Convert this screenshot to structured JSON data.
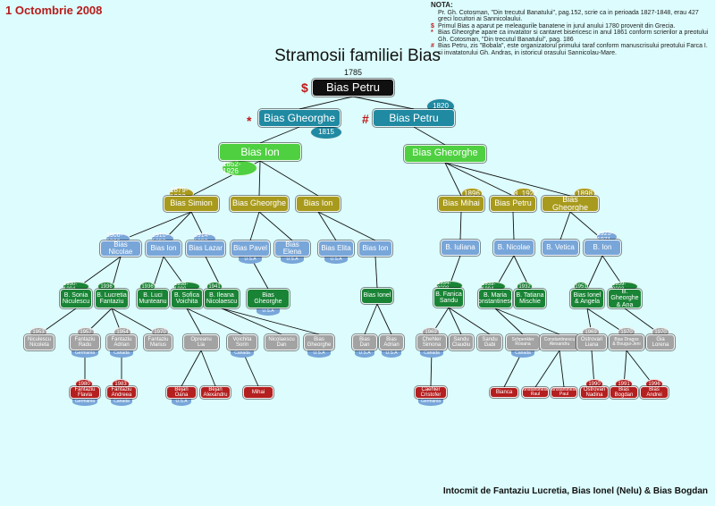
{
  "header": {
    "date": "1 Octombrie 2008",
    "title": "Stramosii familiei Bias",
    "year": "1785"
  },
  "nota": {
    "heading": "NOTA:",
    "items": [
      {
        "symbol": "",
        "text": "Pr. Gh. Cotosman, \"Din trecutul Banatului\", pag.152, scrie ca in perioada 1827-1848, erau 427 greci locuitori ai Sannicolaului."
      },
      {
        "symbol": "$",
        "text": "Primul Bias a aparut pe meleagurile banatene in jurul anului 1780 provenit din Grecia."
      },
      {
        "symbol": "*",
        "text": "Bias Gheorghe apare ca invatator si cantaret bisericesc in anul 1861 conform scrierilor a preotului Gh. Cotosman, \"Din trecutul Banatului\", pag. 186"
      },
      {
        "symbol": "#",
        "text": "Bias Petru, zis \"Bobala\", este organizatorul primului taraf conform manuscrisului preotului Farca I. si invatatorului Gh. Andras, in istoricul orasului Sannicolau-Mare."
      }
    ]
  },
  "footer": "Intocmit de Fantaziu Lucretia, Bias Ionel (Nelu) & Bias Bogdan",
  "markers": {
    "dollar": "$",
    "star": "*",
    "hash": "#"
  },
  "colors": {
    "black": "#101010",
    "teal": "#1f8aa2",
    "green": "#4fd041",
    "olive": "#a89a1c",
    "light_blue": "#78a6d9",
    "dark_green": "#1a8436",
    "grey": "#a3a3a3",
    "red": "#b41f1f",
    "background": "#dcfcfd"
  },
  "tree": {
    "root": {
      "label": "Bias Petru"
    },
    "g1": [
      {
        "label": "Bias Gheorghe",
        "badge": "1815"
      },
      {
        "label": "Bias Petru",
        "badge": "1820"
      }
    ],
    "g2": [
      {
        "label": "Bias Ion",
        "badge": "1852-1926"
      },
      {
        "label": "Bias Gheorghe"
      }
    ],
    "g3": [
      {
        "label": "Bias Simion",
        "badge": "1879-1922"
      },
      {
        "label": "Bias Gheorghe"
      },
      {
        "label": "Bias Ion"
      },
      {
        "label": "Bias Mihai",
        "badge": "1896"
      },
      {
        "label": "Bias Petru",
        "badge": "18..1927"
      },
      {
        "label": "Bias Gheorghe",
        "badge": "1898"
      }
    ],
    "g4": [
      {
        "label": "Bias Nicolae",
        "badge": "1906-1966"
      },
      {
        "label": "Bias Ion",
        "badge": "1910-1950"
      },
      {
        "label": "Bias Lazar",
        "badge": "1914-1992"
      },
      {
        "label": "Bias Pavel",
        "sub": "U.S.A"
      },
      {
        "label": "Bias Elena",
        "sub": "U.S.A"
      },
      {
        "label": "Bias Elita",
        "sub": "U.S.A"
      },
      {
        "label": "Bias Ion"
      },
      {
        "label": "B. Iuliana"
      },
      {
        "label": "B. Nicolae"
      },
      {
        "label": "B. Vetica"
      },
      {
        "label": "B. Ion",
        "badge": "1925-1971"
      }
    ],
    "g5": [
      {
        "label": "B. Sonia\nNiculescu",
        "badge": "1930-1994"
      },
      {
        "label": "B. Lucretia\nFantaziu",
        "badge": "1936"
      },
      {
        "label": "B. Luci\nMunteanu",
        "badge": "1936"
      },
      {
        "label": "B. Sofica\nVoichita",
        "badge": "1938-1990"
      },
      {
        "label": "B. Ileana\nNicolaescu",
        "badge": "1941"
      },
      {
        "label": "Bias Gheorghe",
        "sub": "U.S.A"
      },
      {
        "label": "Bias Ionel"
      },
      {
        "label": "B. Fanica\nSandu",
        "badge": "1934-2008"
      },
      {
        "label": "B. Maria\nConstantinescu",
        "badge": "1939-1994"
      },
      {
        "label": "B. Tatiana\nMischie",
        "badge": "1932"
      },
      {
        "label": "Bias Ionel\n& Angela",
        "badge": "1951"
      },
      {
        "label": "B. Gheorghe\n& Ana",
        "badge": "1959-2003"
      }
    ],
    "g6": [
      {
        "label": "Niculescu\nNicoleta",
        "badge": "1953"
      },
      {
        "label": "Fantaziu\nRadu",
        "badge": "1957",
        "sub": "Germania"
      },
      {
        "label": "Fantaziu\nAdrian",
        "badge": "1954",
        "sub": "Canada"
      },
      {
        "label": "Fantaziu\nMarius",
        "badge": "1970"
      },
      {
        "label": "Opreanu\nLia"
      },
      {
        "label": "Voichita\nSorin",
        "sub": "Canada"
      },
      {
        "label": "Nicolaescu\nDan"
      },
      {
        "label": "Bias\nGheorghe",
        "sub": "U.S.A"
      },
      {
        "label": "Bias\nDan",
        "sub": "U.S.A"
      },
      {
        "label": "Bias\nAdrian",
        "sub": "U.S.A"
      },
      {
        "label": "Chehler\nSimona",
        "badge": "1969",
        "sub": "Canada"
      },
      {
        "label": "Sandu\nClaudiu"
      },
      {
        "label": "Sandu\nGabi"
      },
      {
        "label": "Schpenkler\nRoxana",
        "sub": "Canada"
      },
      {
        "label": "Constantinescu\nAlexandru"
      },
      {
        "label": "Ostrovari\nLiana",
        "badge": "1969"
      },
      {
        "label": "Bias Dragos\n& Bougui-Jeni",
        "badge": "1970"
      },
      {
        "label": "Gia\nLorena",
        "badge": "1970"
      }
    ],
    "g7": [
      {
        "label": "Fantaziu\nFlavia",
        "badge": "1980",
        "sub": "Germania"
      },
      {
        "label": "Fantaziu\nAndreea",
        "badge": "1983",
        "sub": "Canada"
      },
      {
        "label": "Bejan\nOana",
        "sub": "U.S.A"
      },
      {
        "label": "Bejan\nAlexandru"
      },
      {
        "label": "Mihai"
      },
      {
        "label": "Caehler\nCristofer",
        "sub": "Germania"
      },
      {
        "label": "Bianca"
      },
      {
        "label": "Constantinescu\nRaul"
      },
      {
        "label": "Constantinescu\nPaul"
      },
      {
        "label": "Ostrovari\nNadina",
        "badge": "1990"
      },
      {
        "label": "Bias\nBogdan",
        "badge": "1991"
      },
      {
        "label": "Bias\nAndrei",
        "badge": "1996"
      }
    ]
  }
}
